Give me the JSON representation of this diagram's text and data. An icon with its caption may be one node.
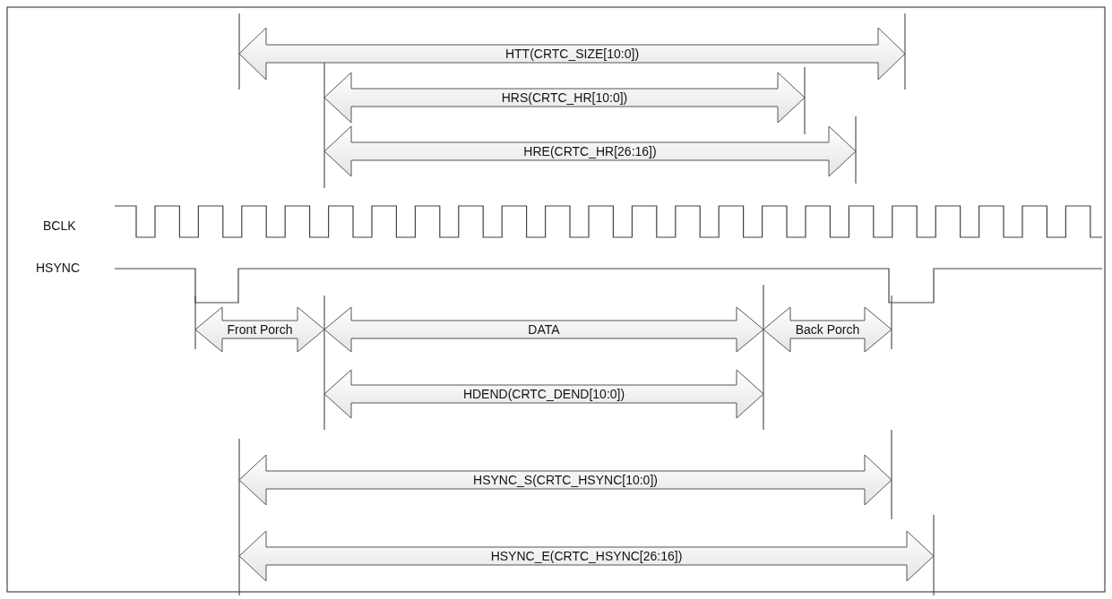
{
  "diagram": {
    "nodes": [
      {
        "text": [
          "HTT(CRTC_SIZE[10:0])"
        ]
      },
      {
        "text": [
          "HRS(CRTC_HR[10:0])"
        ]
      },
      {
        "text": [
          "HRE(CRTC_HR[26:16])"
        ]
      },
      {
        "text": [
          "Front Porch"
        ]
      },
      {
        "text": [
          "DATA"
        ]
      },
      {
        "text": [
          "Back Porch"
        ]
      },
      {
        "text": [
          "HDEND(CRTC_DEND[10:0])"
        ]
      },
      {
        "text": [
          "HSYNC_S(CRTC_HSYNC[10:0])"
        ]
      },
      {
        "text": [
          "HSYNC_E(CRTC_HSYNC[26:16])"
        ]
      }
    ],
    "labels": [
      "BCLK",
      "HSYNC"
    ]
  }
}
